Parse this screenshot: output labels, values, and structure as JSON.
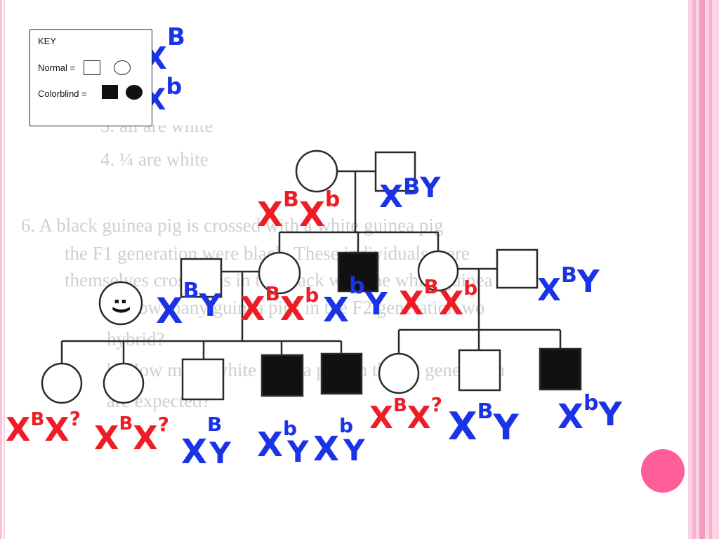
{
  "key": {
    "title": "KEY",
    "normal_label": "Normal =",
    "colorblind_label": "Colorblind ="
  },
  "key_allele_labels": {
    "dominant": {
      "base": "X",
      "sup": "B"
    },
    "recessive": {
      "base": "X",
      "sup": "b"
    }
  },
  "background_text": [
    "3.   all are white",
    "4.   ¼ are white",
    "6.   A black guinea pig is crossed with a white guinea pig",
    "the F1 generation were black. These individuals were",
    "themselves crossed as in the black with the white guinea",
    "a.   How many guinea pigs in the F2 generation wo",
    "      hybrid?",
    "b.   How many white guinea pigs in the F2 generation",
    "      are expected?"
  ],
  "genotypes": {
    "gen1_mother": {
      "a1": "X",
      "s1": "B",
      "a2": "X",
      "s2": "b"
    },
    "gen1_father": {
      "a1": "X",
      "s1": "B",
      "a2": "Y"
    },
    "gen2_husband1": {
      "a1": "X",
      "s1": "B",
      "a2": "Y"
    },
    "gen2_daughter1": {
      "a1": "X",
      "s1": "B",
      "a2": "X",
      "s2": "b"
    },
    "gen2_son": {
      "a1": "X",
      "s1": "b",
      "a2": "Y"
    },
    "gen2_daughter2": {
      "a1": "X",
      "s1": "B",
      "a2": "X",
      "s2": "b"
    },
    "gen2_husband2": {
      "a1": "X",
      "s1": "B",
      "a2": "Y"
    },
    "gen3_daughter1": {
      "a1": "X",
      "s1": "B",
      "a2": "X",
      "s2": "?"
    },
    "gen3_daughter2": {
      "a1": "X",
      "s1": "B",
      "a2": "X",
      "s2": "?"
    },
    "gen3_son1": {
      "a1": "X",
      "s1": "B",
      "a2": "Y"
    },
    "gen3_son2": {
      "a1": "X",
      "s1": "b",
      "a2": "Y"
    },
    "gen3_son3": {
      "a1": "X",
      "s1": "b",
      "a2": "Y"
    },
    "gen3_daughter3": {
      "a1": "X",
      "s1": "B",
      "a2": "X",
      "s2": "?"
    },
    "gen3_son4": {
      "a1": "X",
      "s1": "B",
      "a2": "Y"
    },
    "gen3_son5": {
      "a1": "X",
      "s1": "b",
      "a2": "Y"
    }
  },
  "smiley_face": ":)",
  "colors": {
    "maternal_ink": "#ee1c24",
    "paternal_ink": "#1a33e6",
    "accent_pink": "#fe5f9b",
    "stripe_pink": "#f7b2cd"
  }
}
